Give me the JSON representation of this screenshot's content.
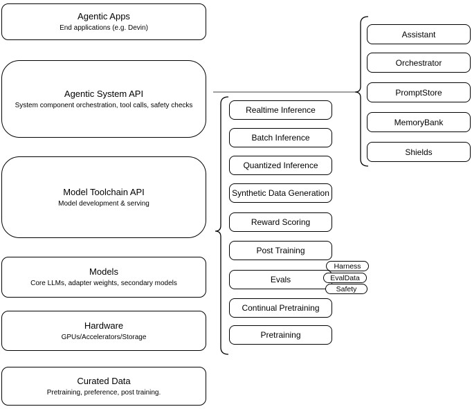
{
  "diagram": {
    "stack": {
      "boxes": [
        {
          "title": "Agentic Apps",
          "subtitle": "End applications (e.g. Devin)"
        },
        {
          "title": "Agentic System API",
          "subtitle": "System component orchestration, tool calls, safety checks"
        },
        {
          "title": "Model Toolchain API",
          "subtitle": "Model development & serving"
        },
        {
          "title": "Models",
          "subtitle": "Core LLMs, adapter weights, secondary models"
        },
        {
          "title": "Hardware",
          "subtitle": "GPUs/Accelerators/Storage"
        },
        {
          "title": "Curated Data",
          "subtitle": "Pretraining, preference, post training."
        }
      ]
    },
    "toolchain_components": {
      "items": [
        {
          "label": "Realtime Inference"
        },
        {
          "label": "Batch Inference"
        },
        {
          "label": "Quantized Inference"
        },
        {
          "label": "Synthetic Data Generation"
        },
        {
          "label": "Reward Scoring"
        },
        {
          "label": "Post Training"
        },
        {
          "label": "Evals"
        },
        {
          "label": "Continual Pretraining"
        },
        {
          "label": "Pretraining"
        }
      ],
      "eval_tags": [
        {
          "label": "Harness"
        },
        {
          "label": "EvalData"
        },
        {
          "label": "Safety"
        }
      ]
    },
    "system_components": {
      "items": [
        {
          "label": "Assistant"
        },
        {
          "label": "Orchestrator"
        },
        {
          "label": "PromptStore"
        },
        {
          "label": "MemoryBank"
        },
        {
          "label": "Shields"
        }
      ]
    },
    "colors": {
      "background": "#ffffff",
      "shape_fill": "#ffffff",
      "shape_border": "#000000",
      "text": "#000000",
      "connector": "#666666"
    }
  }
}
